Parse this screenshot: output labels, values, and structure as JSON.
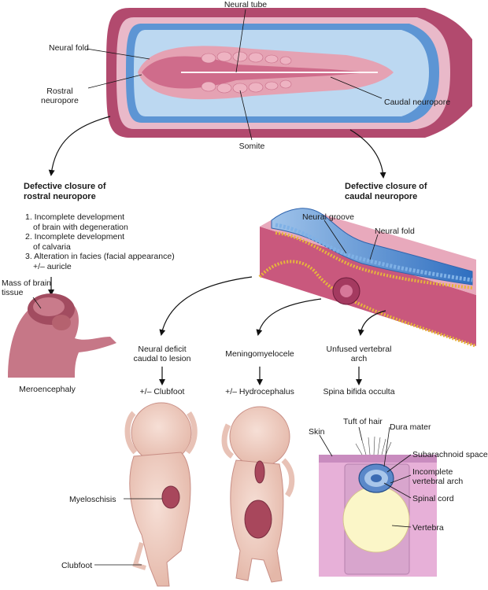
{
  "top": {
    "neural_tube": "Neural tube",
    "neural_fold": "Neural fold",
    "rostral_neuropore": [
      "Rostral",
      "neuropore"
    ],
    "caudal_neuropore": "Caudal neuropore",
    "somite": "Somite"
  },
  "left_branch": {
    "heading": [
      "Defective closure of",
      "rostral neuropore"
    ],
    "items": [
      [
        "1. Incomplete development",
        "of brain with degeneration"
      ],
      [
        "2. Incomplete development",
        "of calvaria"
      ],
      [
        "3. Alteration in facies (facial appearance)",
        "+/– auricle"
      ]
    ],
    "mass_label": [
      "Mass of brain",
      "tissue"
    ],
    "result": "Meroencephaly"
  },
  "right_branch": {
    "heading": [
      "Defective closure of",
      "caudal neuropore"
    ],
    "neural_groove": "Neural groove",
    "neural_fold": "Neural fold"
  },
  "outcomes": [
    {
      "title": [
        "Neural deficit",
        "caudal to lesion"
      ],
      "result": "+/– Clubfoot"
    },
    {
      "title": [
        "Meningomyelocele"
      ],
      "result": "+/– Hydrocephalus"
    },
    {
      "title": [
        "Unfused vertebral",
        "arch"
      ],
      "result": "Spina bifida occulta"
    }
  ],
  "bottom_labels": {
    "myeloschisis": "Myeloschisis",
    "clubfoot": "Clubfoot",
    "skin": "Skin",
    "tuft_of_hair": "Tuft of hair",
    "dura_mater": "Dura mater",
    "subarachnoid_space": "Subarachnoid space",
    "incomplete_vertebral_arch": [
      "Incomplete",
      "vertebral arch"
    ],
    "spinal_cord": "Spinal cord",
    "vertebra": "Vertebra"
  }
}
